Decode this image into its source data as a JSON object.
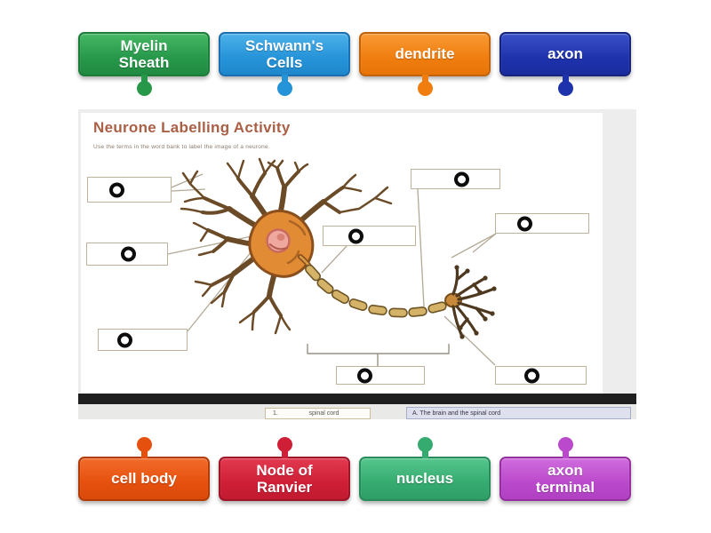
{
  "word_bank": {
    "top": [
      {
        "id": "myelin-sheath",
        "lines": [
          "Myelin",
          "Sheath"
        ],
        "color": "#27984a"
      },
      {
        "id": "schwanns-cells",
        "lines": [
          "Schwann's",
          "Cells"
        ],
        "color": "#2593d8"
      },
      {
        "id": "dendrite",
        "lines": [
          "dendrite"
        ],
        "color": "#f07d0e"
      },
      {
        "id": "axon",
        "lines": [
          "axon"
        ],
        "color": "#1e32ac"
      }
    ],
    "bottom": [
      {
        "id": "cell-body",
        "lines": [
          "cell body"
        ],
        "color": "#e6500e"
      },
      {
        "id": "node-of-ranvier",
        "lines": [
          "Node of",
          "Ranvier"
        ],
        "color": "#ce1f36"
      },
      {
        "id": "nucleus",
        "lines": [
          "nucleus"
        ],
        "color": "#35ab70"
      },
      {
        "id": "axon-terminal",
        "lines": [
          "axon",
          "terminal"
        ],
        "color": "#bb49cc"
      }
    ]
  },
  "worksheet": {
    "title": "Neurone Labelling Activity",
    "subtitle": "Use the terms in the word bank to label the image of a neurone.",
    "footer": {
      "left_item_number": "1.",
      "left_item_text": "spinal cord",
      "right_item_text": "A. The brain and the spinal cord"
    }
  }
}
